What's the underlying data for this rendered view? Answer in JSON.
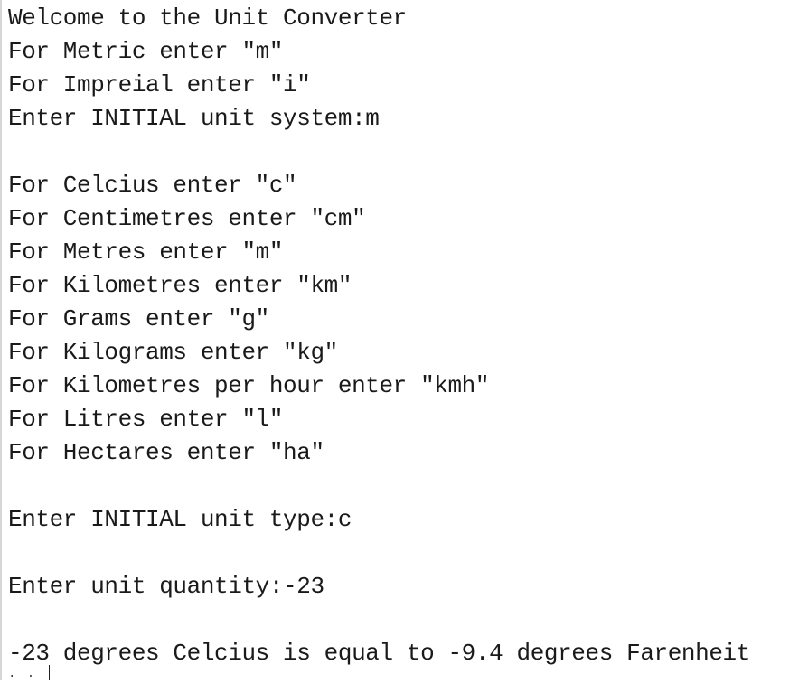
{
  "console": {
    "lines": [
      "Welcome to the Unit Converter",
      "For Metric enter \"m\"",
      "For Impreial enter \"i\"",
      "Enter INITIAL unit system:m",
      "",
      "For Celcius enter \"c\"",
      "For Centimetres enter \"cm\"",
      "For Metres enter \"m\"",
      "For Kilometres enter \"km\"",
      "For Grams enter \"g\"",
      "For Kilograms enter \"kg\"",
      "For Kilometres per hour enter \"kmh\"",
      "For Litres enter \"l\"",
      "For Hectares enter \"ha\"",
      "",
      "Enter INITIAL unit type:c",
      "",
      "Enter unit quantity:-23",
      "",
      "-23 degrees Celcius is equal to -9.4 degrees Farenheit"
    ],
    "input_prompt": ". ."
  }
}
